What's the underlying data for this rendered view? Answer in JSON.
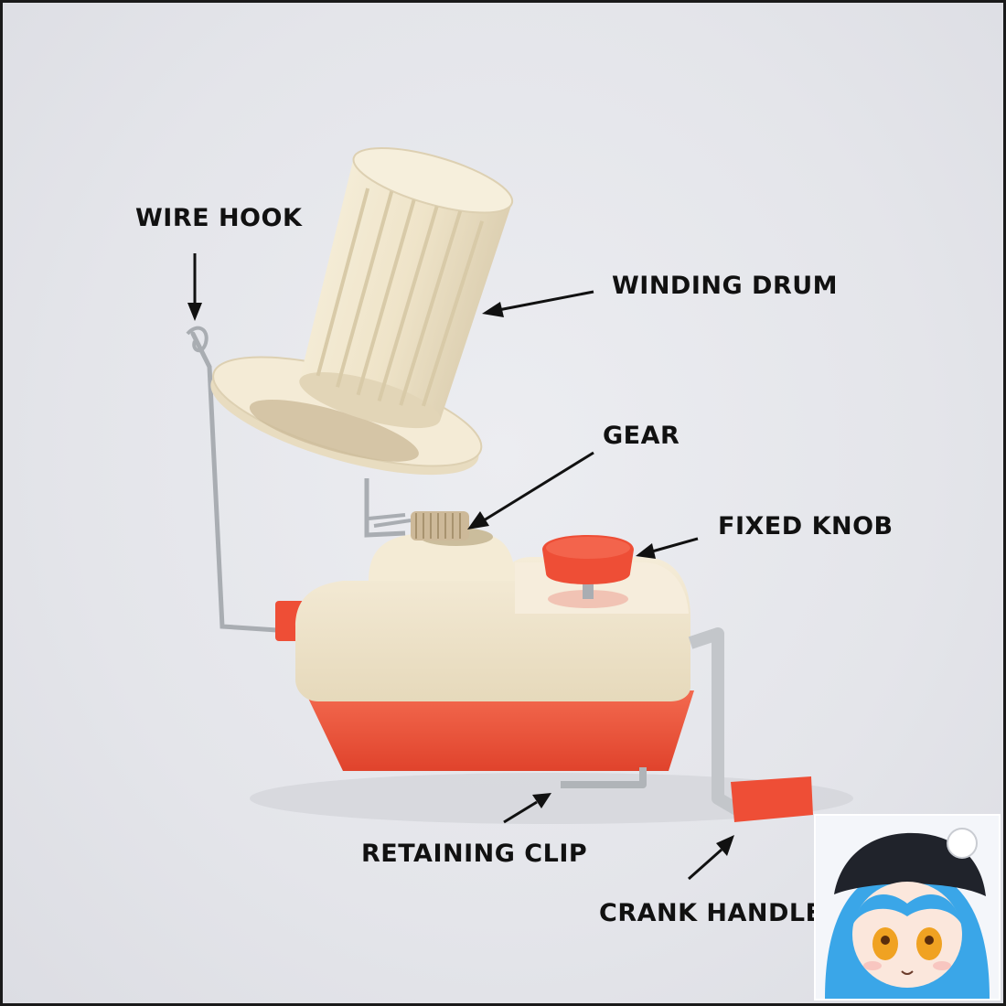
{
  "labels": {
    "wire_hook": "WIRE HOOK",
    "winding_drum": "WINDING DRUM",
    "gear": "GEAR",
    "fixed_knob": "FIXED KNOB",
    "retaining_clip": "RETAINING CLIP",
    "crank_handle": "CRANK HANDLE"
  },
  "colors": {
    "cream": "#efe4c9",
    "red": "#ee4e36",
    "metal": "#b9bcc0",
    "text": "#111111"
  }
}
